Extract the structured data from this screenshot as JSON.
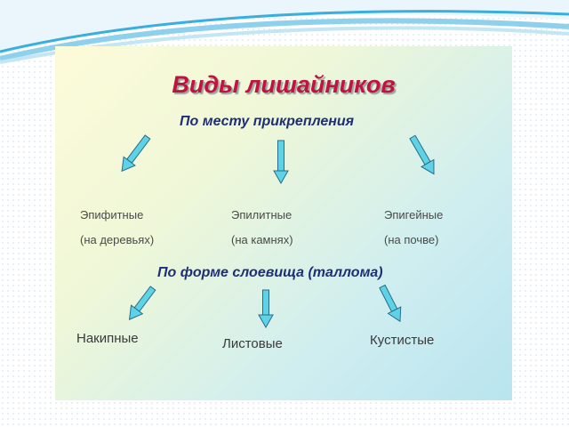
{
  "title": "Виды лишайников",
  "attachment": {
    "heading": "По месту прикрепления",
    "types": [
      {
        "name": "Эпифитные",
        "note": "(на деревьях)"
      },
      {
        "name": "Эпилитные",
        "note": "(на камнях)"
      },
      {
        "name": "Эпигейные",
        "note": "(на почве)"
      }
    ]
  },
  "thallus": {
    "heading": "По форме слоевища (таллома)",
    "types": [
      "Накипные",
      "Листовые",
      "Кустистые"
    ]
  },
  "colors": {
    "title": "#c0143c",
    "heading": "#1e2f74",
    "arrow_fill": "#5fd3e6",
    "arrow_stroke": "#2a6b88"
  }
}
